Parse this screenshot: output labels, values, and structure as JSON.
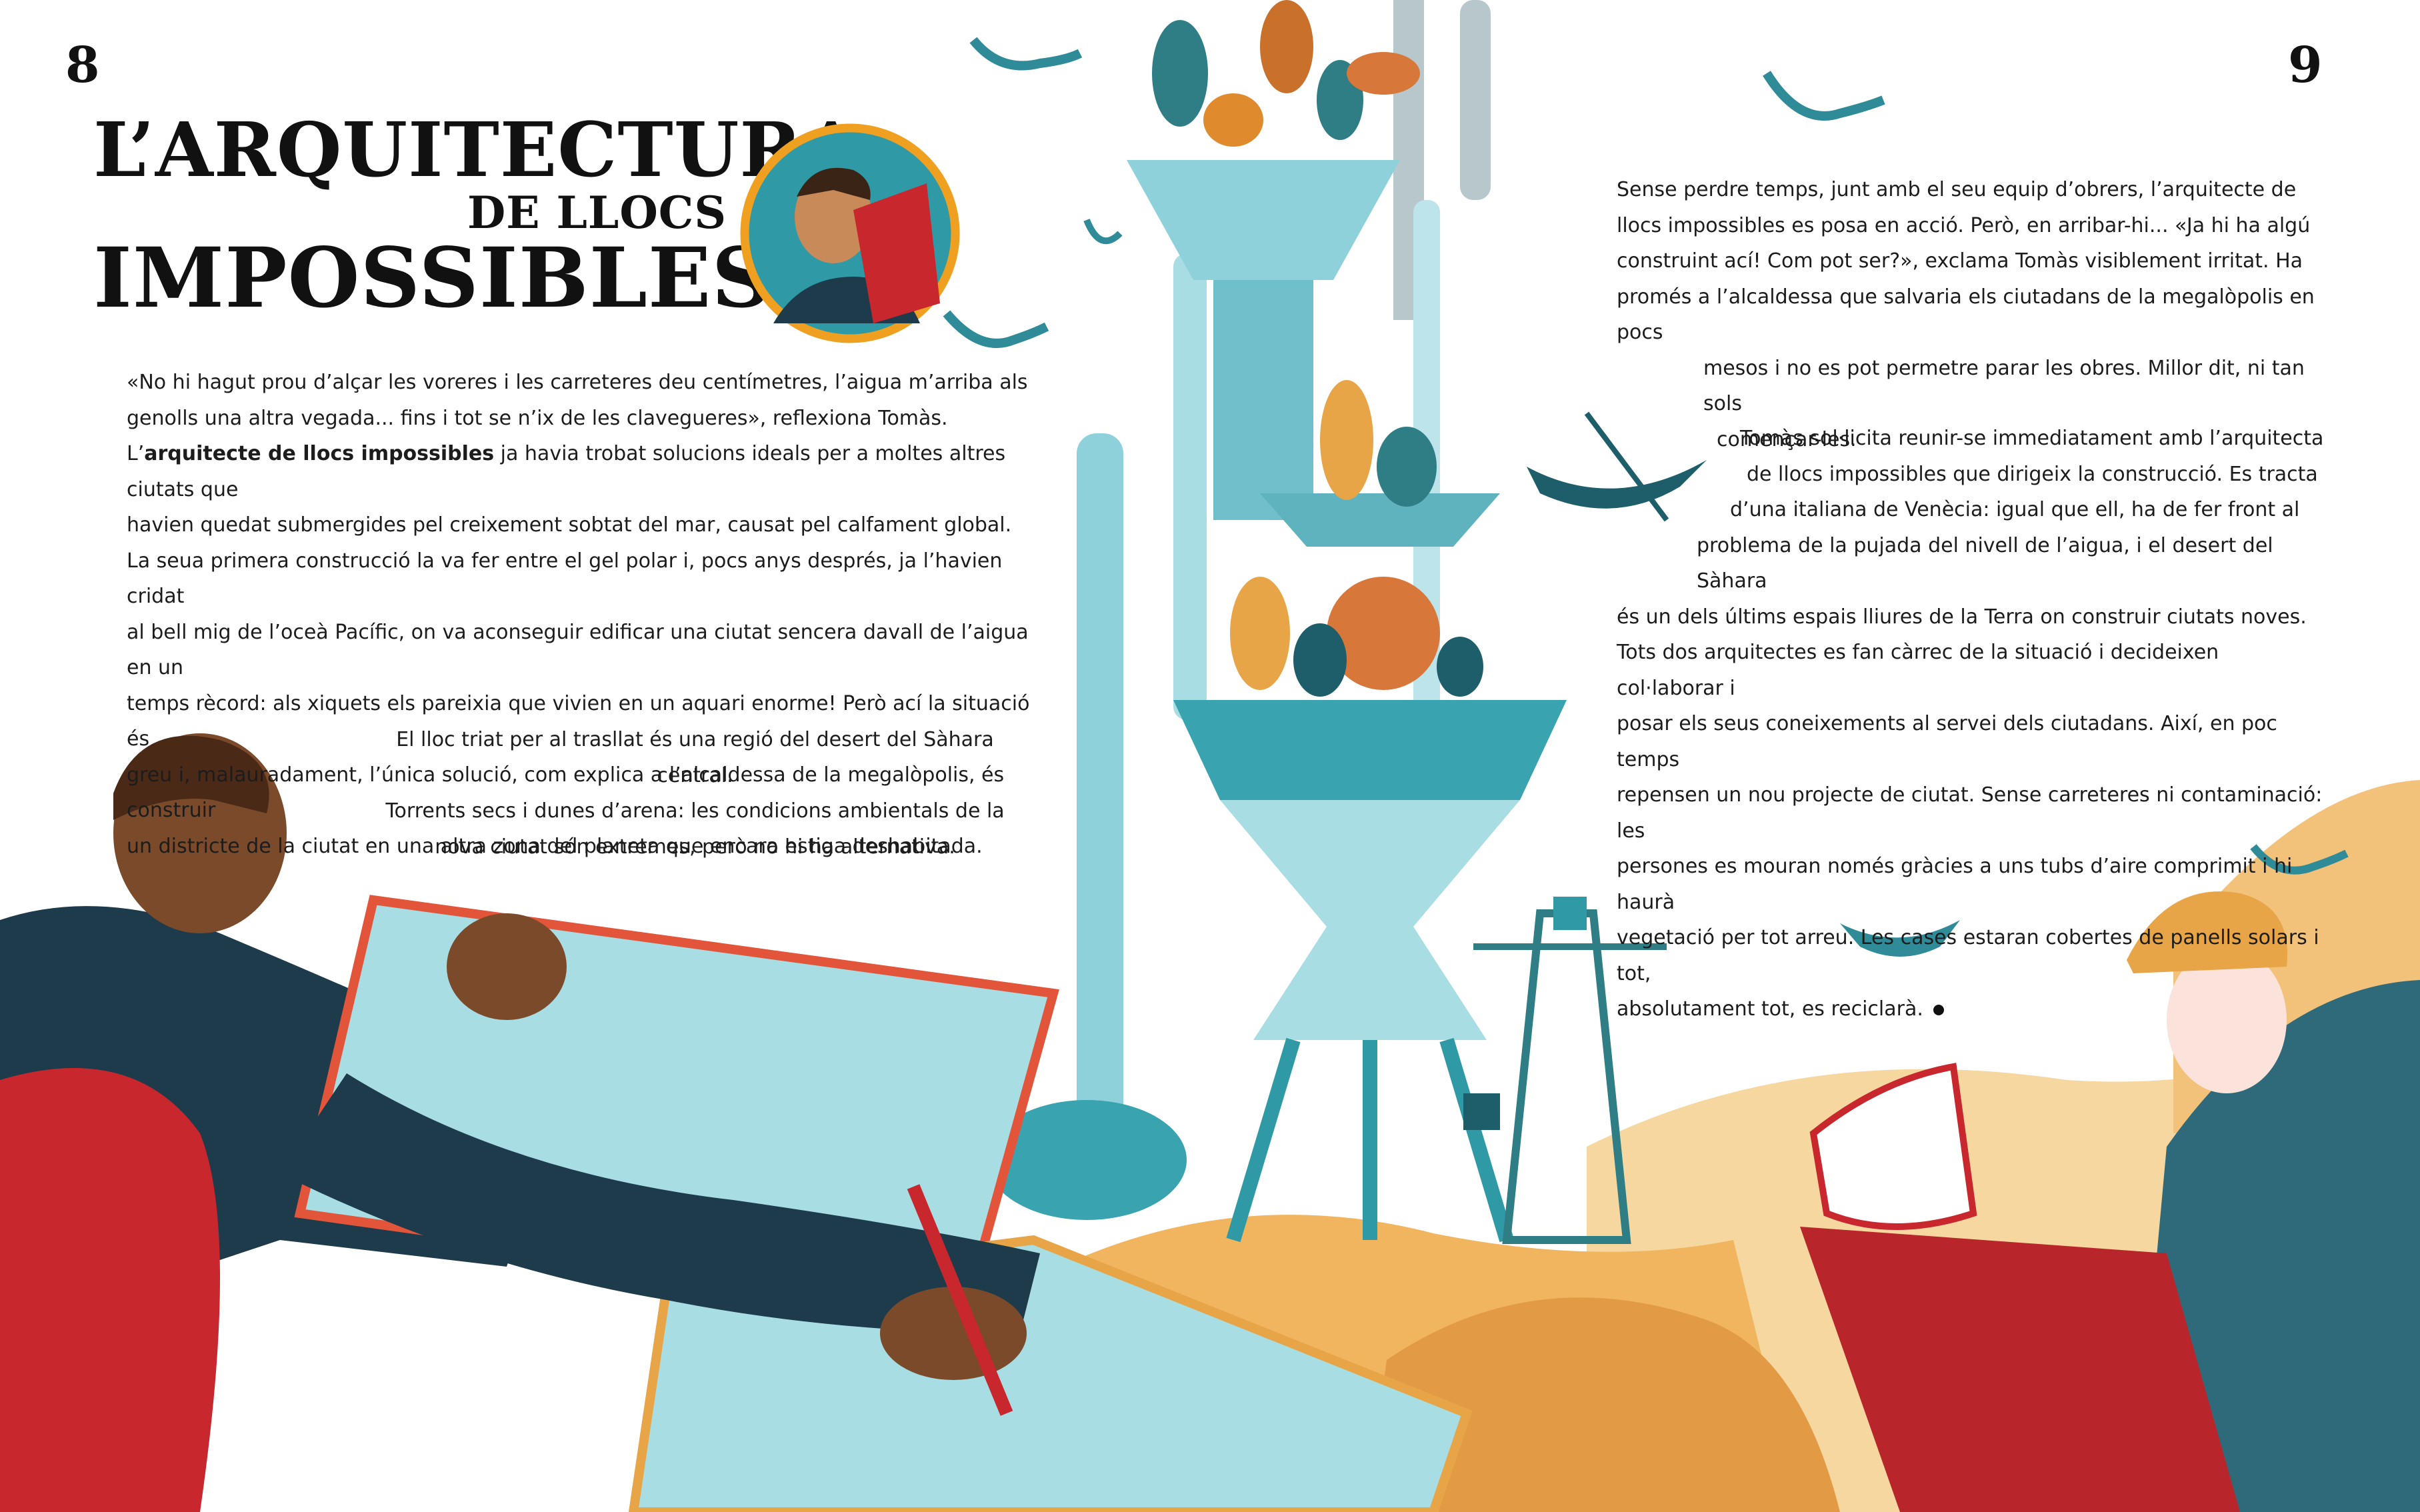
{
  "page_numbers": {
    "left": "8",
    "right": "9"
  },
  "title": {
    "line1": "L’ARQUITECTURA",
    "line2": "DE LLOCS",
    "line3": "IMPOSSIBLES"
  },
  "left_column": {
    "p1_l1": "«No hi hagut prou d’alçar les voreres i les carreteres deu centímetres, l’aigua m’arriba als",
    "p1_l2": "genolls una altra vegada... fins i tot se n’ix de les clavegueres», reflexiona Tomàs.",
    "p1_l3_prefix": "L’",
    "p1_l3_bold": "arquitecte de llocs impossibles",
    "p1_l3_rest": " ja havia trobat solucions ideals per a moltes altres ciutats que",
    "p1_l4": "havien quedat submergides pel creixement sobtat del mar, causat pel calfament global.",
    "p1_l5": "La seua primera construcció la va fer entre el gel polar i, pocs anys després, ja l’havien cridat",
    "p1_l6": "al bell mig de l’oceà Pacífic, on va aconseguir edificar una ciutat sencera davall de l’aigua en un",
    "p1_l7": "temps rècord: als xiquets els pareixia que vivien en un aquari enorme! Però ací la situació és",
    "p1_l8": "greu i, malauradament, l’única solució, com explica a l’alcaldessa de la megalòpolis, és construir",
    "p1_l9": "un districte de la ciutat en una altra zona del planeta que encara estiga deshabitada.",
    "p2_l1": "El lloc triat per al trasllat és una regió del desert del Sàhara central.",
    "p2_l2": "Torrents secs i dunes d’arena: les condicions ambientals de la",
    "p2_l3": "nova ciutat són extremes, però no hi ha alternativa."
  },
  "right_column": {
    "p1_l1": "Sense perdre temps, junt amb el seu equip d’obrers, l’arquitecte de",
    "p1_l2": "llocs impossibles es posa en acció. Però, en arribar-hi... «Ja hi ha algú",
    "p1_l3": "construint ací! Com pot ser?», exclama Tomàs visiblement irritat. Ha",
    "p1_l4": "promés a l’alcaldessa que salvaria els ciutadans de la megalòpolis en pocs",
    "p1_l5": "mesos i no es pot permetre parar les obres. Millor dit, ni tan sols",
    "p1_l6": "començar-les.",
    "p2_l1": "Tomàs sol·licita reunir-se immediatament amb l’arquitecta",
    "p2_l2": "de llocs impossibles que dirigeix la construcció. Es tracta",
    "p2_l3": "d’una italiana de Venècia: igual que ell, ha de fer front al",
    "p2_l4": "problema de la pujada del nivell de l’aigua, i el desert del Sàhara",
    "p2_l5": "és un dels últims espais lliures de la Terra on construir ciutats noves.",
    "p2_l6": "Tots dos arquitectes es fan càrrec de la situació i decideixen col·laborar i",
    "p2_l7": "posar els seus coneixements al servei dels ciutadans. Així, en poc temps",
    "p2_l8": "repensen un nou projecte de ciutat. Sense carreteres ni contaminació: les",
    "p2_l9": "persones es mouran només gràcies a uns tubs d’aire comprimit i hi haurà",
    "p2_l10": "vegetació per tot arreu. Les cases estaran cobertes de panells solars i tot,",
    "p2_l11": "absolutament tot, es reciclarà."
  },
  "colors": {
    "teal": "#2f9aa6",
    "light_teal": "#8fd1da",
    "navy": "#1d3b4a",
    "red": "#c8272d",
    "orange": "#e08a2e",
    "sand": "#f3c27a",
    "brown_skin": "#7a4a2a"
  }
}
